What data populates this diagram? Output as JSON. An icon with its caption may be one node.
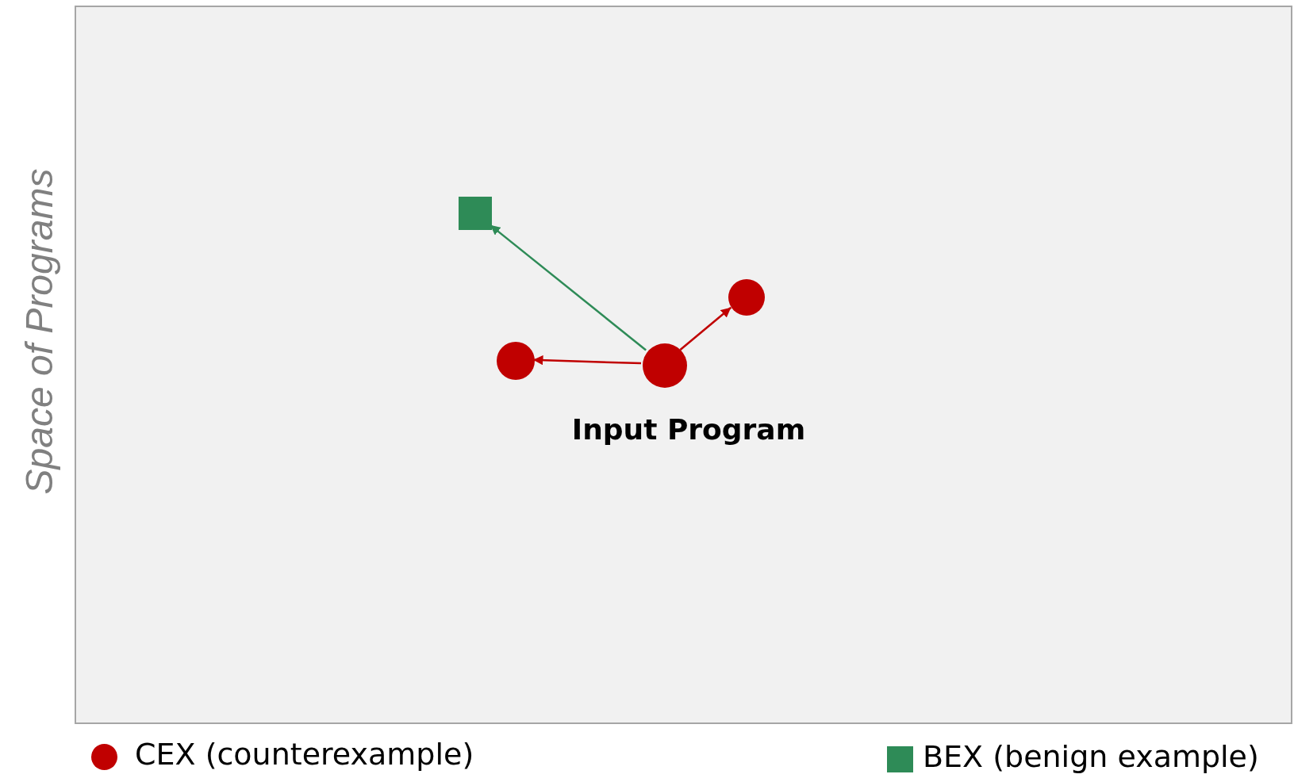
{
  "diagram": {
    "nodes": [
      {
        "text": [
          "Space of Programs"
        ]
      },
      {
        "text": [],
        "shape": "box",
        "in": 0
      },
      {
        "text": [],
        "shape": "circle",
        "in": 0
      },
      {
        "text": [],
        "shape": "circle",
        "in": 0
      },
      {
        "text": [],
        "shape": "circle",
        "in": 0,
        "beside": [
          "Input Program"
        ]
      }
    ],
    "edges": [
      {
        "from": 4,
        "to": 1,
        "arrow": "to",
        "color": "#2e8b57"
      },
      {
        "from": 4,
        "to": 2,
        "arrow": "to"
      },
      {
        "from": 4,
        "to": 3,
        "arrow": "to"
      }
    ],
    "legend": [
      {
        "text": "CEX (counterexample)",
        "color": "#c00000"
      },
      {
        "text": "BEX (benign example)",
        "color": "#2e8b57"
      }
    ]
  }
}
